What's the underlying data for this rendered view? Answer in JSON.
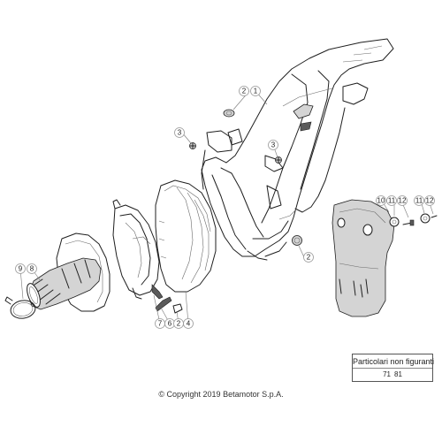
{
  "callouts": [
    {
      "id": "c1",
      "label": "1"
    },
    {
      "id": "c2a",
      "label": "2"
    },
    {
      "id": "c3a",
      "label": "3"
    },
    {
      "id": "c3b",
      "label": "3"
    },
    {
      "id": "c2b",
      "label": "2"
    },
    {
      "id": "c10",
      "label": "10"
    },
    {
      "id": "c11a",
      "label": "11"
    },
    {
      "id": "c12a",
      "label": "12"
    },
    {
      "id": "c11b",
      "label": "11"
    },
    {
      "id": "c12b",
      "label": "12"
    },
    {
      "id": "c9",
      "label": "9"
    },
    {
      "id": "c8",
      "label": "8"
    },
    {
      "id": "c7",
      "label": "7"
    },
    {
      "id": "c6",
      "label": "6"
    },
    {
      "id": "c2c",
      "label": "2"
    },
    {
      "id": "c4",
      "label": "4"
    }
  ],
  "not_shown_box": {
    "title": "Particolari non figuranti",
    "codes": [
      "71",
      "81"
    ]
  },
  "copyright": "© Copyright 2019 Betamotor S.p.A."
}
